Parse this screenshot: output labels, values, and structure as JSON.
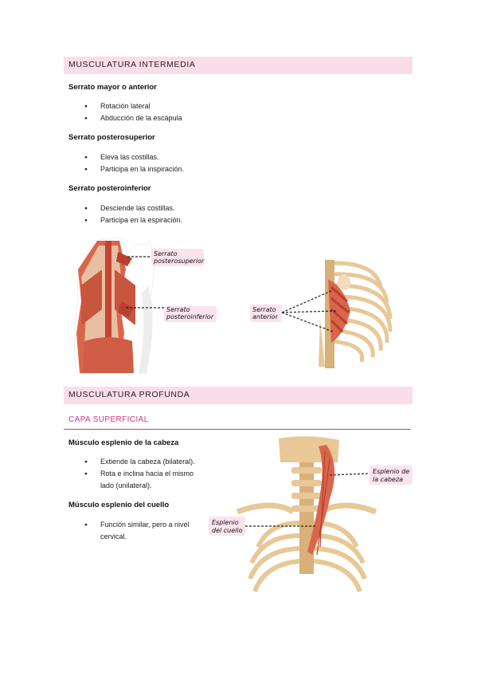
{
  "sections": {
    "intermedia": {
      "title": "MUSCULATURA INTERMEDIA",
      "muscles": [
        {
          "name": "Serrato mayor o anterior",
          "bullets": [
            "Rotación lateral",
            "Abducción de la escápula"
          ]
        },
        {
          "name": "Serrato posterosuperior",
          "bullets": [
            "Eleva las costillas.",
            "Participa en la inspiración."
          ]
        },
        {
          "name": "Serrato posteroinferior",
          "bullets": [
            "Desciende las costillas.",
            "Participa en la espiración."
          ]
        }
      ],
      "figure_labels": {
        "back_upper": [
          "Serrato",
          "posterosuperior"
        ],
        "back_lower": [
          "Serrato",
          "posteroinferior"
        ],
        "side": [
          "Serrato",
          "anterior"
        ]
      }
    },
    "profunda": {
      "title": "MUSCULATURA PROFUNDA",
      "subsection": "CAPA SUPERFICIAL",
      "muscles": [
        {
          "name": "Músculo esplenio de la cabeza",
          "bullets": [
            "Extiende la cabeza (bilateral).",
            "Rota e inclina hacia el mismo lado (unilateral)."
          ]
        },
        {
          "name": "Músculo esplenio del cuello",
          "bullets": [
            "Función similar, pero a nivel cervical."
          ]
        }
      ],
      "figure_labels": {
        "capitis": [
          "Esplenio de",
          "la cabeza"
        ],
        "cervicis": [
          "Esplenio",
          "del cuello"
        ]
      }
    }
  },
  "colors": {
    "band": "#fbdde9",
    "subsection_accent": "#c8388d",
    "muscle": "#d9664a",
    "bone": "#e7c896"
  }
}
